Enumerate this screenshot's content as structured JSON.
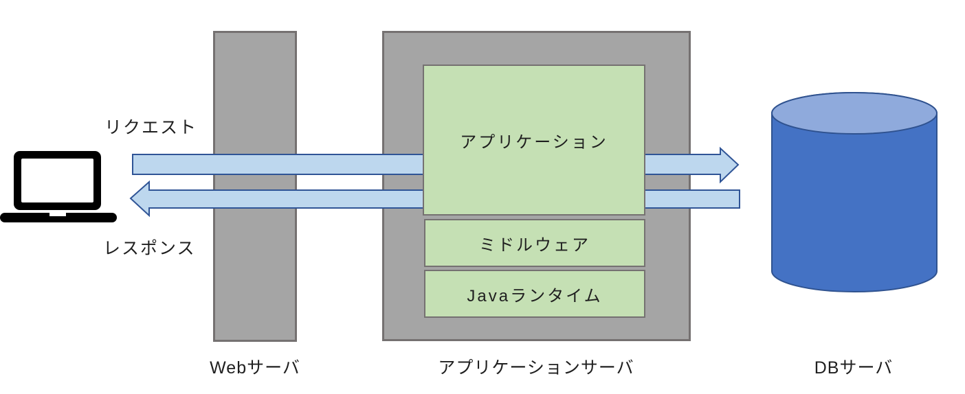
{
  "diagram": {
    "client": {
      "icon": "laptop-icon"
    },
    "flows": {
      "request_label": "リクエスト",
      "response_label": "レスポンス"
    },
    "web_server": {
      "label": "Webサーバ"
    },
    "app_server": {
      "label": "アプリケーションサーバ",
      "layers": [
        {
          "label": "アプリケーション"
        },
        {
          "label": "ミドルウェア"
        },
        {
          "label": "Javaランタイム"
        }
      ]
    },
    "db_server": {
      "label": "DBサーバ",
      "icon": "database-cylinder-icon"
    }
  },
  "colors": {
    "background": "#ffffff",
    "server_box_fill": "#a5a5a5",
    "server_box_border": "#757171",
    "layer_box_fill": "#c5e0b4",
    "layer_box_border": "#757171",
    "arrow_fill": "#bdd7ee",
    "arrow_border": "#2f5496",
    "cylinder_body": "#4472c4",
    "cylinder_top": "#8faadc",
    "cylinder_border": "#2f528f",
    "laptop_icon": "#000000",
    "text": "#1f1f1f"
  }
}
